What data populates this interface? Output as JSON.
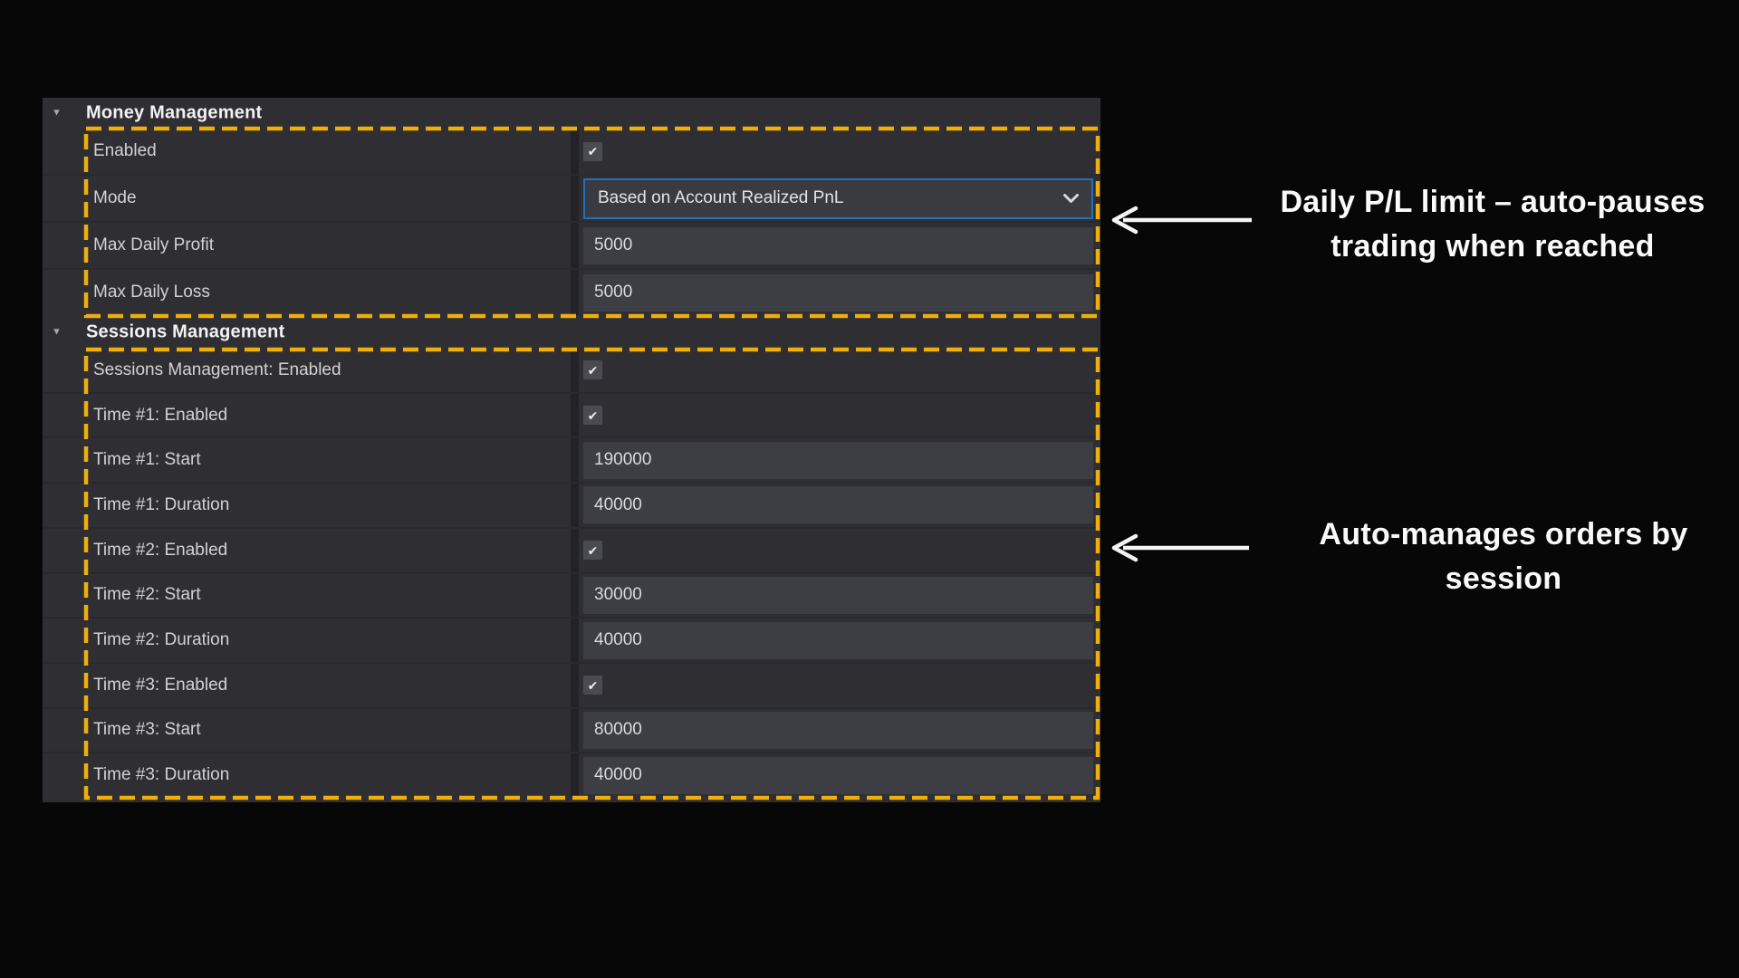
{
  "panel": {
    "sections": [
      {
        "title": "Money Management",
        "rows": [
          {
            "label": "Enabled",
            "type": "checkbox",
            "checked": true
          },
          {
            "label": "Mode",
            "type": "dropdown",
            "value": "Based on Account Realized PnL"
          },
          {
            "label": "Max Daily Profit",
            "type": "input",
            "value": "5000"
          },
          {
            "label": "Max Daily Loss",
            "type": "input",
            "value": "5000"
          }
        ]
      },
      {
        "title": "Sessions Management",
        "rows": [
          {
            "label": "Sessions Management: Enabled",
            "type": "checkbox",
            "checked": true
          },
          {
            "label": "Time #1: Enabled",
            "type": "checkbox",
            "checked": true
          },
          {
            "label": "Time #1: Start",
            "type": "input",
            "value": "190000"
          },
          {
            "label": "Time #1: Duration",
            "type": "input",
            "value": "40000"
          },
          {
            "label": "Time #2: Enabled",
            "type": "checkbox",
            "checked": true
          },
          {
            "label": "Time #2: Start",
            "type": "input",
            "value": "30000"
          },
          {
            "label": "Time #2: Duration",
            "type": "input",
            "value": "40000"
          },
          {
            "label": "Time #3: Enabled",
            "type": "checkbox",
            "checked": true
          },
          {
            "label": "Time #3: Start",
            "type": "input",
            "value": "80000"
          },
          {
            "label": "Time #3: Duration",
            "type": "input",
            "value": "40000"
          }
        ]
      }
    ]
  },
  "ui": {
    "expander_glyph": "▼",
    "checkmark_glyph": "✔"
  },
  "annotations": [
    {
      "line1": "Daily P/L limit – auto-pauses",
      "line2": "trading when reached"
    },
    {
      "line1": "Auto-manages orders by",
      "line2": "session"
    }
  ],
  "colors": {
    "highlight_yellow": "#F0AE0B",
    "focus_blue": "#2371BA",
    "panel_bg": "#2F2F33",
    "field_bg": "#3D3D44",
    "annotation_white": "#FAFAFA"
  }
}
